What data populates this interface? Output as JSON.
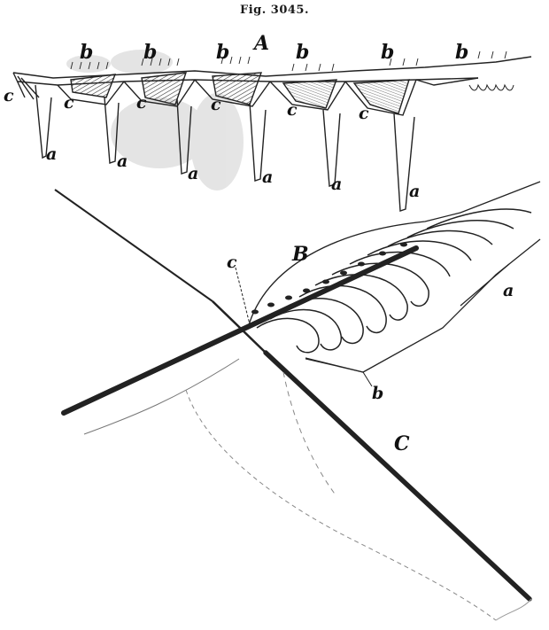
{
  "figure": {
    "title": "Fig. 3045.",
    "panel_labels": {
      "A": "A",
      "B": "B",
      "C": "C"
    },
    "part_labels": {
      "a": "a",
      "b": "b",
      "c": "c"
    }
  }
}
